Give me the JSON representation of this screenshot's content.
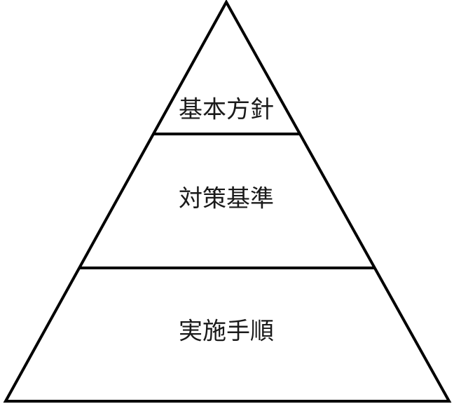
{
  "pyramid": {
    "stroke_color": "#000000",
    "fill_color": "#ffffff",
    "tiers": [
      {
        "label": "基本方針"
      },
      {
        "label": "対策基準"
      },
      {
        "label": "実施手順"
      }
    ]
  }
}
